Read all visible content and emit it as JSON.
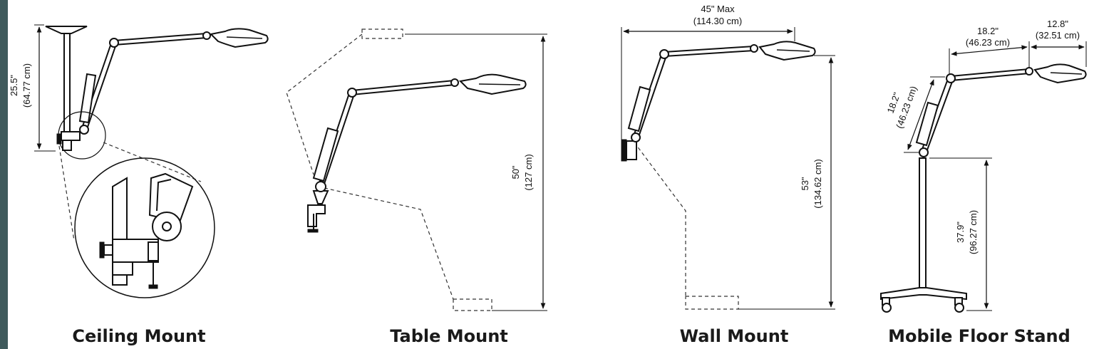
{
  "colors": {
    "edge_strip": "#3f5a5c",
    "ink": "#111111",
    "caption": "#1a1a1a"
  },
  "ceiling": {
    "caption": "Ceiling Mount",
    "height_in": "25.5\"",
    "height_cm": "(64.77 cm)"
  },
  "table": {
    "caption": "Table Mount",
    "height_in": "50\"",
    "height_cm": "(127 cm)"
  },
  "wall": {
    "caption": "Wall Mount",
    "reach_in": "45\" Max",
    "reach_cm": "(114.30 cm)",
    "height_in": "53\"",
    "height_cm": "(134.62 cm)"
  },
  "floor": {
    "caption": "Mobile Floor Stand",
    "upper_arm_in": "18.2\"",
    "upper_arm_cm": "(46.23 cm)",
    "lower_arm_in": "18.2\"",
    "lower_arm_cm": "(46.23 cm)",
    "head_in": "12.8\"",
    "head_cm": "(32.51 cm)",
    "stand_in": "37.9\"",
    "stand_cm": "(96.27 cm)"
  }
}
